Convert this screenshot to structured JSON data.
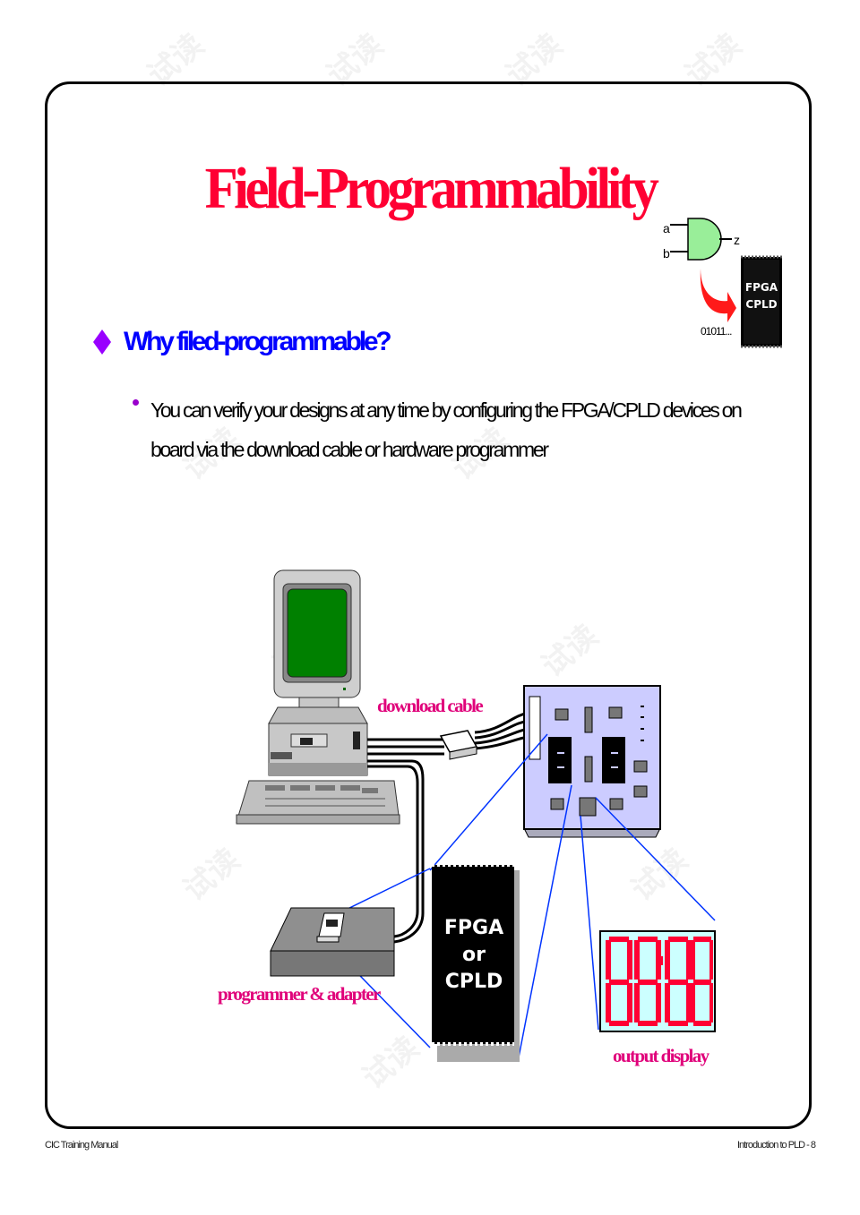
{
  "slide": {
    "title": "Field-Programmability",
    "heading": "Why filed-programmable?",
    "bullet": "You can verify your designs at any time by configuring the FPGA/CPLD devices on board via the download cable or hardware programmer"
  },
  "corner_graphic": {
    "gate_inputs": [
      "a",
      "b"
    ],
    "gate_output": "z",
    "chip_line1": "FPGA",
    "chip_line2": "CPLD",
    "bitstream": "01011..."
  },
  "diagram": {
    "labels": {
      "download_cable": "download cable",
      "programmer": "programmer & adapter",
      "output_display": "output display"
    },
    "chip": {
      "line1": "FPGA",
      "line2": "or",
      "line3": "CPLD"
    },
    "colors": {
      "screen": "#008000",
      "board": "#ccccff",
      "display_bg": "#ccffff",
      "segments": "#ff0033",
      "callout_lines": "#0033ff",
      "label_pink": "#e0007a"
    }
  },
  "footer": {
    "left": "CIC Training Manual",
    "right": "Introduction to PLD - 8"
  },
  "colors": {
    "title": "#ff0033",
    "heading": "#0000ff",
    "bullet_marker": "#9900cc"
  }
}
